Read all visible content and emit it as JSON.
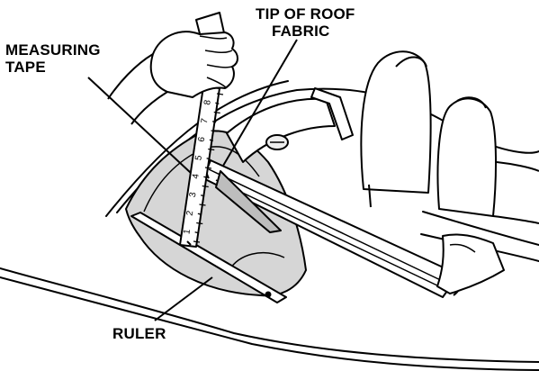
{
  "labels": {
    "measuring_tape": [
      "MEASURING",
      "TAPE"
    ],
    "tip_of_roof_fabric": [
      "TIP OF ROOF",
      "FABRIC"
    ],
    "ruler": "RULER"
  },
  "tape_scale": [
    "1",
    "2",
    "3",
    "4",
    "5",
    "6",
    "7",
    "8"
  ]
}
